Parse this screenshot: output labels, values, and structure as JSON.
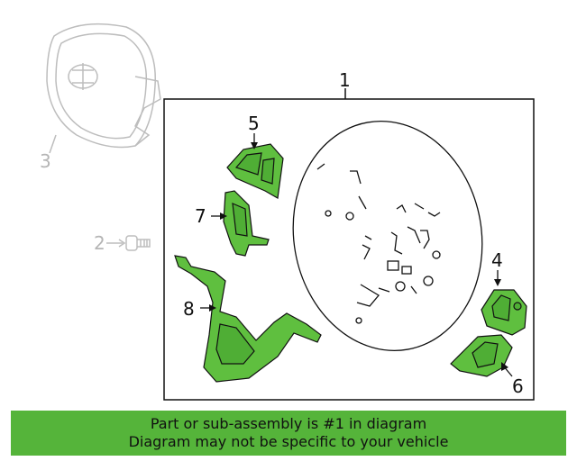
{
  "callouts": {
    "c1": "1",
    "c2": "2",
    "c3": "3",
    "c4": "4",
    "c5": "5",
    "c6": "6",
    "c7": "7",
    "c8": "8"
  },
  "banner": {
    "line1": "Part or sub-assembly is #1 in diagram",
    "line2": "Diagram may not be specific to your vehicle"
  },
  "colors": {
    "highlight": "#55b43a",
    "part_fill": "#5fbf3f",
    "faded": "#b5b5b5",
    "line": "#111111"
  }
}
